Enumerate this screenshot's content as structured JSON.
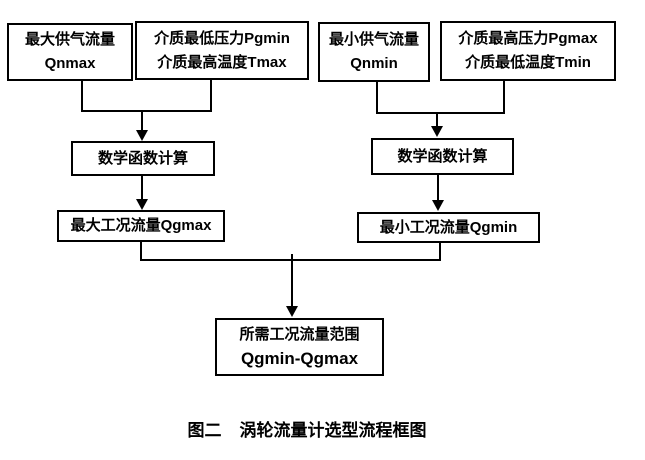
{
  "figure": {
    "boxes": {
      "qnmax": {
        "line1": "最大供气流量",
        "line2": "Qnmax"
      },
      "pgmin_tmax": {
        "line1": "介质最低压力Pgmin",
        "line2": "介质最高温度Tmax"
      },
      "qnmin": {
        "line1": "最小供气流量",
        "line2": "Qnmin"
      },
      "pgmax_tmin": {
        "line1": "介质最高压力Pgmax",
        "line2": "介质最低温度Tmin"
      },
      "calc_left": {
        "label": "数学函数计算"
      },
      "calc_right": {
        "label": "数学函数计算"
      },
      "qgmax": {
        "label": "最大工况流量Qgmax"
      },
      "qgmin": {
        "label": "最小工况流量Qgmin"
      },
      "result": {
        "line1": "所需工况流量范围",
        "line2": "Qgmin-Qgmax"
      }
    },
    "caption": {
      "label": "图二",
      "title": "涡轮流量计选型流程框图"
    },
    "colors": {
      "line": "#000000",
      "text": "#000000",
      "background": "#ffffff"
    }
  }
}
